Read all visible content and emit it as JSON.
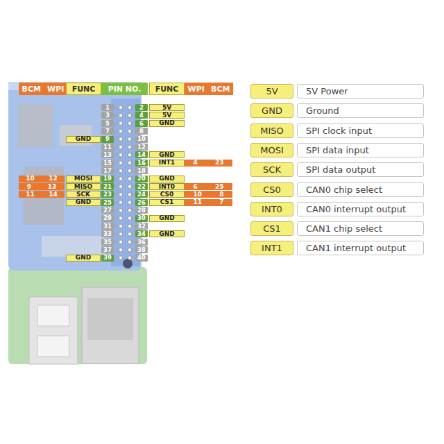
{
  "diagram": {
    "nodes": [
      {
        "text": [
          "BCM",
          "WPI"
        ]
      },
      {
        "text": [
          "FUNC"
        ]
      },
      {
        "text": [
          "PIN NO."
        ]
      },
      {
        "text": [
          "FUNC"
        ]
      },
      {
        "text": [
          "WPI",
          "BCM"
        ]
      },
      {
        "text": [
          "1"
        ]
      },
      {
        "text": [
          "2"
        ]
      },
      {
        "text": [
          "5V"
        ]
      },
      {
        "text": [
          "3"
        ]
      },
      {
        "text": [
          "4"
        ]
      },
      {
        "text": [
          "5V"
        ]
      },
      {
        "text": [
          "5"
        ]
      },
      {
        "text": [
          "6"
        ]
      },
      {
        "text": [
          "GND"
        ]
      },
      {
        "text": [
          "7"
        ]
      },
      {
        "text": [
          "8"
        ]
      },
      {
        "text": [
          "GND"
        ]
      },
      {
        "text": [
          "9"
        ]
      },
      {
        "text": [
          "10"
        ]
      },
      {
        "text": [
          "11"
        ]
      },
      {
        "text": [
          "12"
        ]
      },
      {
        "text": [
          "13"
        ]
      },
      {
        "text": [
          "14"
        ]
      },
      {
        "text": [
          "GND"
        ]
      },
      {
        "text": [
          "15"
        ]
      },
      {
        "text": [
          "16"
        ]
      },
      {
        "text": [
          "INT1"
        ]
      },
      {
        "text": [
          "4",
          "23"
        ]
      },
      {
        "text": [
          "17"
        ]
      },
      {
        "text": [
          "18"
        ]
      },
      {
        "text": [
          "10",
          "12"
        ]
      },
      {
        "text": [
          "MOSI"
        ]
      },
      {
        "text": [
          "19"
        ]
      },
      {
        "text": [
          "20"
        ]
      },
      {
        "text": [
          "GND"
        ]
      },
      {
        "text": [
          "9",
          "13"
        ]
      },
      {
        "text": [
          "MISO"
        ]
      },
      {
        "text": [
          "21"
        ]
      },
      {
        "text": [
          "22"
        ]
      },
      {
        "text": [
          "INT0"
        ]
      },
      {
        "text": [
          "6",
          "25"
        ]
      },
      {
        "text": [
          "11",
          "14"
        ]
      },
      {
        "text": [
          "SCK"
        ]
      },
      {
        "text": [
          "23"
        ]
      },
      {
        "text": [
          "24"
        ]
      },
      {
        "text": [
          "CS0"
        ]
      },
      {
        "text": [
          "10",
          "8"
        ]
      },
      {
        "text": [
          "GND"
        ]
      },
      {
        "text": [
          "25"
        ]
      },
      {
        "text": [
          "26"
        ]
      },
      {
        "text": [
          "CS1"
        ]
      },
      {
        "text": [
          "11",
          "7"
        ]
      },
      {
        "text": [
          "27"
        ]
      },
      {
        "text": [
          "28"
        ]
      },
      {
        "text": [
          "29"
        ]
      },
      {
        "text": [
          "30"
        ]
      },
      {
        "text": [
          "GND"
        ]
      },
      {
        "text": [
          "31"
        ]
      },
      {
        "text": [
          "32"
        ]
      },
      {
        "text": [
          "33"
        ]
      },
      {
        "text": [
          "34"
        ]
      },
      {
        "text": [
          "GND"
        ]
      },
      {
        "text": [
          "35"
        ]
      },
      {
        "text": [
          "36"
        ]
      },
      {
        "text": [
          "37"
        ]
      },
      {
        "text": [
          "38"
        ]
      },
      {
        "text": [
          "GND"
        ]
      },
      {
        "text": [
          "39"
        ]
      },
      {
        "text": [
          "40"
        ]
      },
      {
        "text": [
          "5V"
        ]
      },
      {
        "text": [
          "5V Power"
        ]
      },
      {
        "text": [
          "GND"
        ]
      },
      {
        "text": [
          "Ground"
        ]
      },
      {
        "text": [
          "MISO"
        ]
      },
      {
        "text": [
          "SPI clock input"
        ]
      },
      {
        "text": [
          "MOSI"
        ]
      },
      {
        "text": [
          "SPI data input"
        ]
      },
      {
        "text": [
          "SCK"
        ]
      },
      {
        "text": [
          "SPI data output"
        ]
      },
      {
        "text": [
          "CS0"
        ]
      },
      {
        "text": [
          "CAN0 chip select"
        ]
      },
      {
        "text": [
          "INT0"
        ]
      },
      {
        "text": [
          "CAN0 interrupt output"
        ]
      },
      {
        "text": [
          "CS1"
        ]
      },
      {
        "text": [
          "CAN1 chip select"
        ]
      },
      {
        "text": [
          "INT1"
        ]
      },
      {
        "text": [
          "CAN1 interrupt output"
        ]
      }
    ]
  }
}
